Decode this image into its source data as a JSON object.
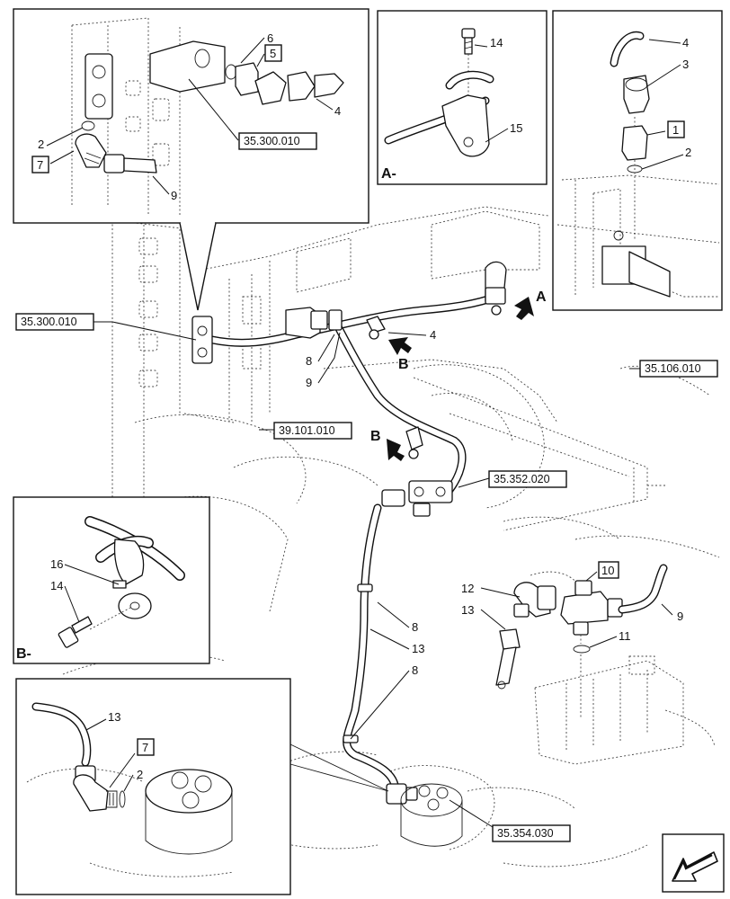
{
  "refs": {
    "r1": "35.300.010",
    "r2": "35.300.010",
    "r3": "35.106.010",
    "r4": "39.101.010",
    "r5": "35.352.020",
    "r6": "35.354.030"
  },
  "views": {
    "a_inset": "A-",
    "b_inset": "B-",
    "a_arrow": "A",
    "b_arrow1": "B",
    "b_arrow2": "B"
  },
  "labels": {
    "tl_6": "6",
    "tl_5": "5",
    "tl_4": "4",
    "tl_2": "2",
    "tl_7": "7",
    "tl_9": "9",
    "a_14": "14",
    "a_15": "15",
    "tr_4": "4",
    "tr_3": "3",
    "tr_1": "1",
    "tr_2": "2",
    "m_4": "4",
    "m_8a": "8",
    "m_9": "9",
    "m_8b": "8",
    "m_13": "13",
    "m_8c": "8",
    "b_16": "16",
    "b_14": "14",
    "r_10": "10",
    "r_12": "12",
    "r_13": "13",
    "r_9": "9",
    "r_11": "11",
    "bl_13": "13",
    "bl_7": "7",
    "bl_2": "2"
  }
}
